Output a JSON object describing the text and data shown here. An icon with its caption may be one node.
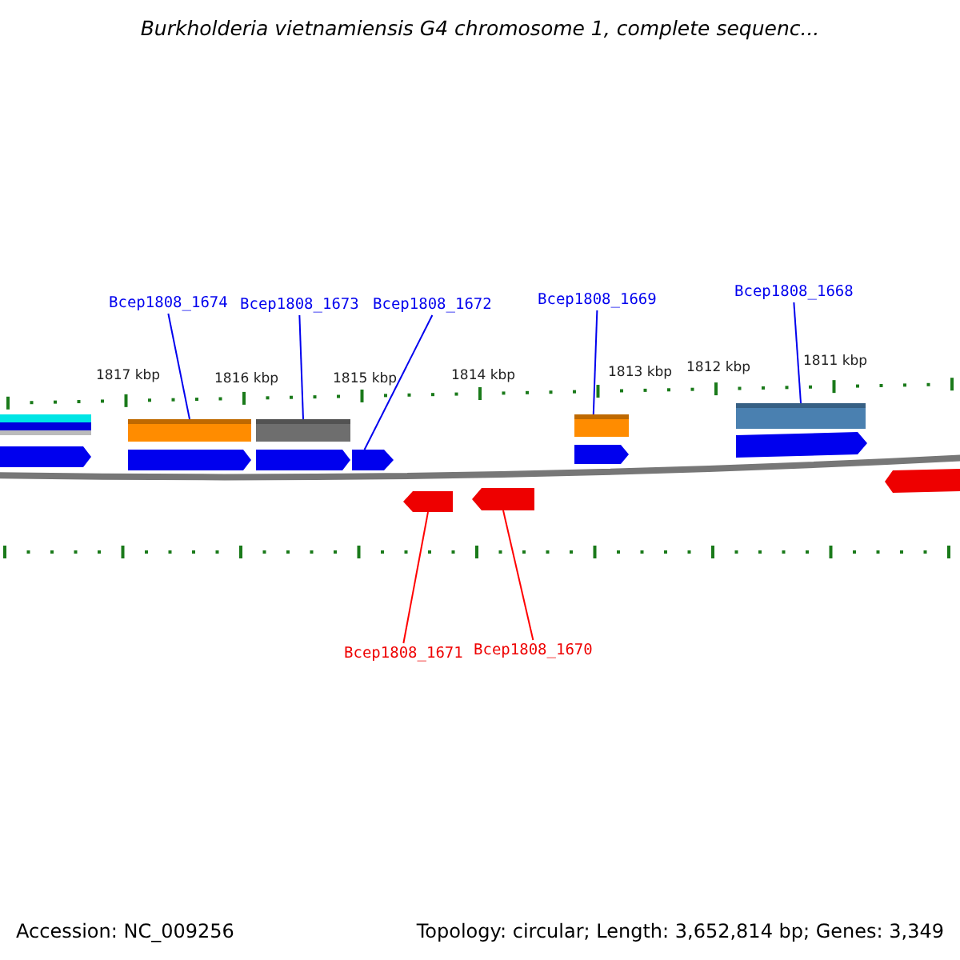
{
  "diagram": {
    "title": "Burkholderia vietnamiensis G4 chromosome 1, complete sequenc...",
    "nodes": [
      {
        "text": [
          "Bcep1808_1674"
        ]
      },
      {
        "text": [
          "Bcep1808_1673"
        ]
      },
      {
        "text": [
          "Bcep1808_1672"
        ]
      },
      {
        "text": [
          "Bcep1808_1669"
        ]
      },
      {
        "text": [
          "Bcep1808_1668"
        ]
      },
      {
        "text": [
          "Bcep1808_1671"
        ]
      },
      {
        "text": [
          "Bcep1808_1670"
        ]
      },
      {
        "text": [],
        "shape": "bar"
      },
      {
        "text": [],
        "shape": "bar"
      },
      {
        "text": [],
        "shape": "arrow"
      },
      {
        "text": [],
        "shape": "bar"
      },
      {
        "text": [],
        "shape": "bar"
      },
      {
        "text": [],
        "shape": "arrow"
      },
      {
        "text": [],
        "shape": "arrow"
      }
    ],
    "edges": [
      {
        "from": 0,
        "to": 7,
        "arrow": "none"
      },
      {
        "from": 1,
        "to": 8,
        "arrow": "none"
      },
      {
        "from": 2,
        "to": 9,
        "arrow": "none"
      },
      {
        "from": 3,
        "to": 10,
        "arrow": "none"
      },
      {
        "from": 4,
        "to": 11,
        "arrow": "none"
      },
      {
        "from": 5,
        "to": 12,
        "arrow": "none",
        "color": "#ff0000"
      },
      {
        "from": 6,
        "to": 13,
        "arrow": "none",
        "color": "#ff0000"
      }
    ],
    "labels": [
      "1817 kbp",
      "1816 kbp",
      "1815 kbp",
      "1814 kbp",
      "1813 kbp",
      "1812 kbp",
      "1811 kbp",
      "Accession: NC_009256",
      "Topology: circular; Length: 3,652,814 bp; Genes: 3,349"
    ]
  }
}
